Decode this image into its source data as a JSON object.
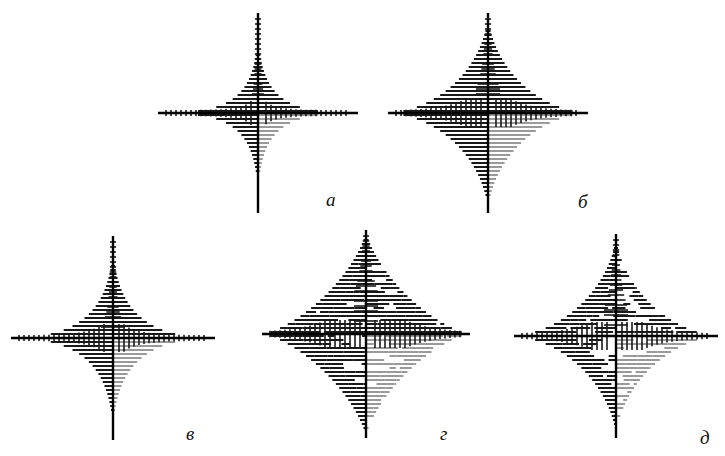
{
  "diagram": {
    "labels": [
      "а",
      "б",
      "в",
      "г",
      "д"
    ]
  }
}
